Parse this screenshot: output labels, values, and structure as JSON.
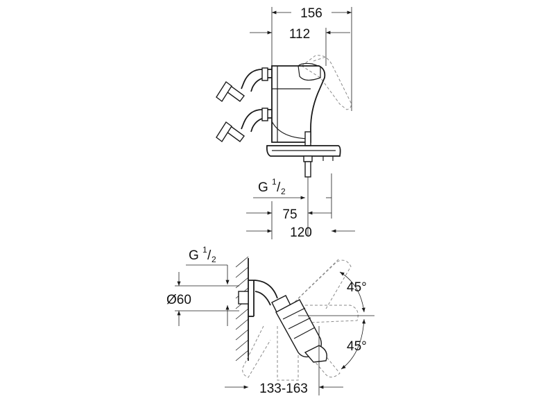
{
  "dimensions": {
    "top_width": "156",
    "lever_width": "112",
    "thread_top": "G",
    "thread_top_num": "1",
    "thread_top_den": "2",
    "center_distance": "75",
    "depth": "120",
    "thread_bottom": "G",
    "thread_bottom_num": "1",
    "thread_bottom_den": "2",
    "rosette_diameter": "Ø60",
    "angle_upper": "45°",
    "angle_lower": "45°",
    "wall_projection": "133-163"
  }
}
